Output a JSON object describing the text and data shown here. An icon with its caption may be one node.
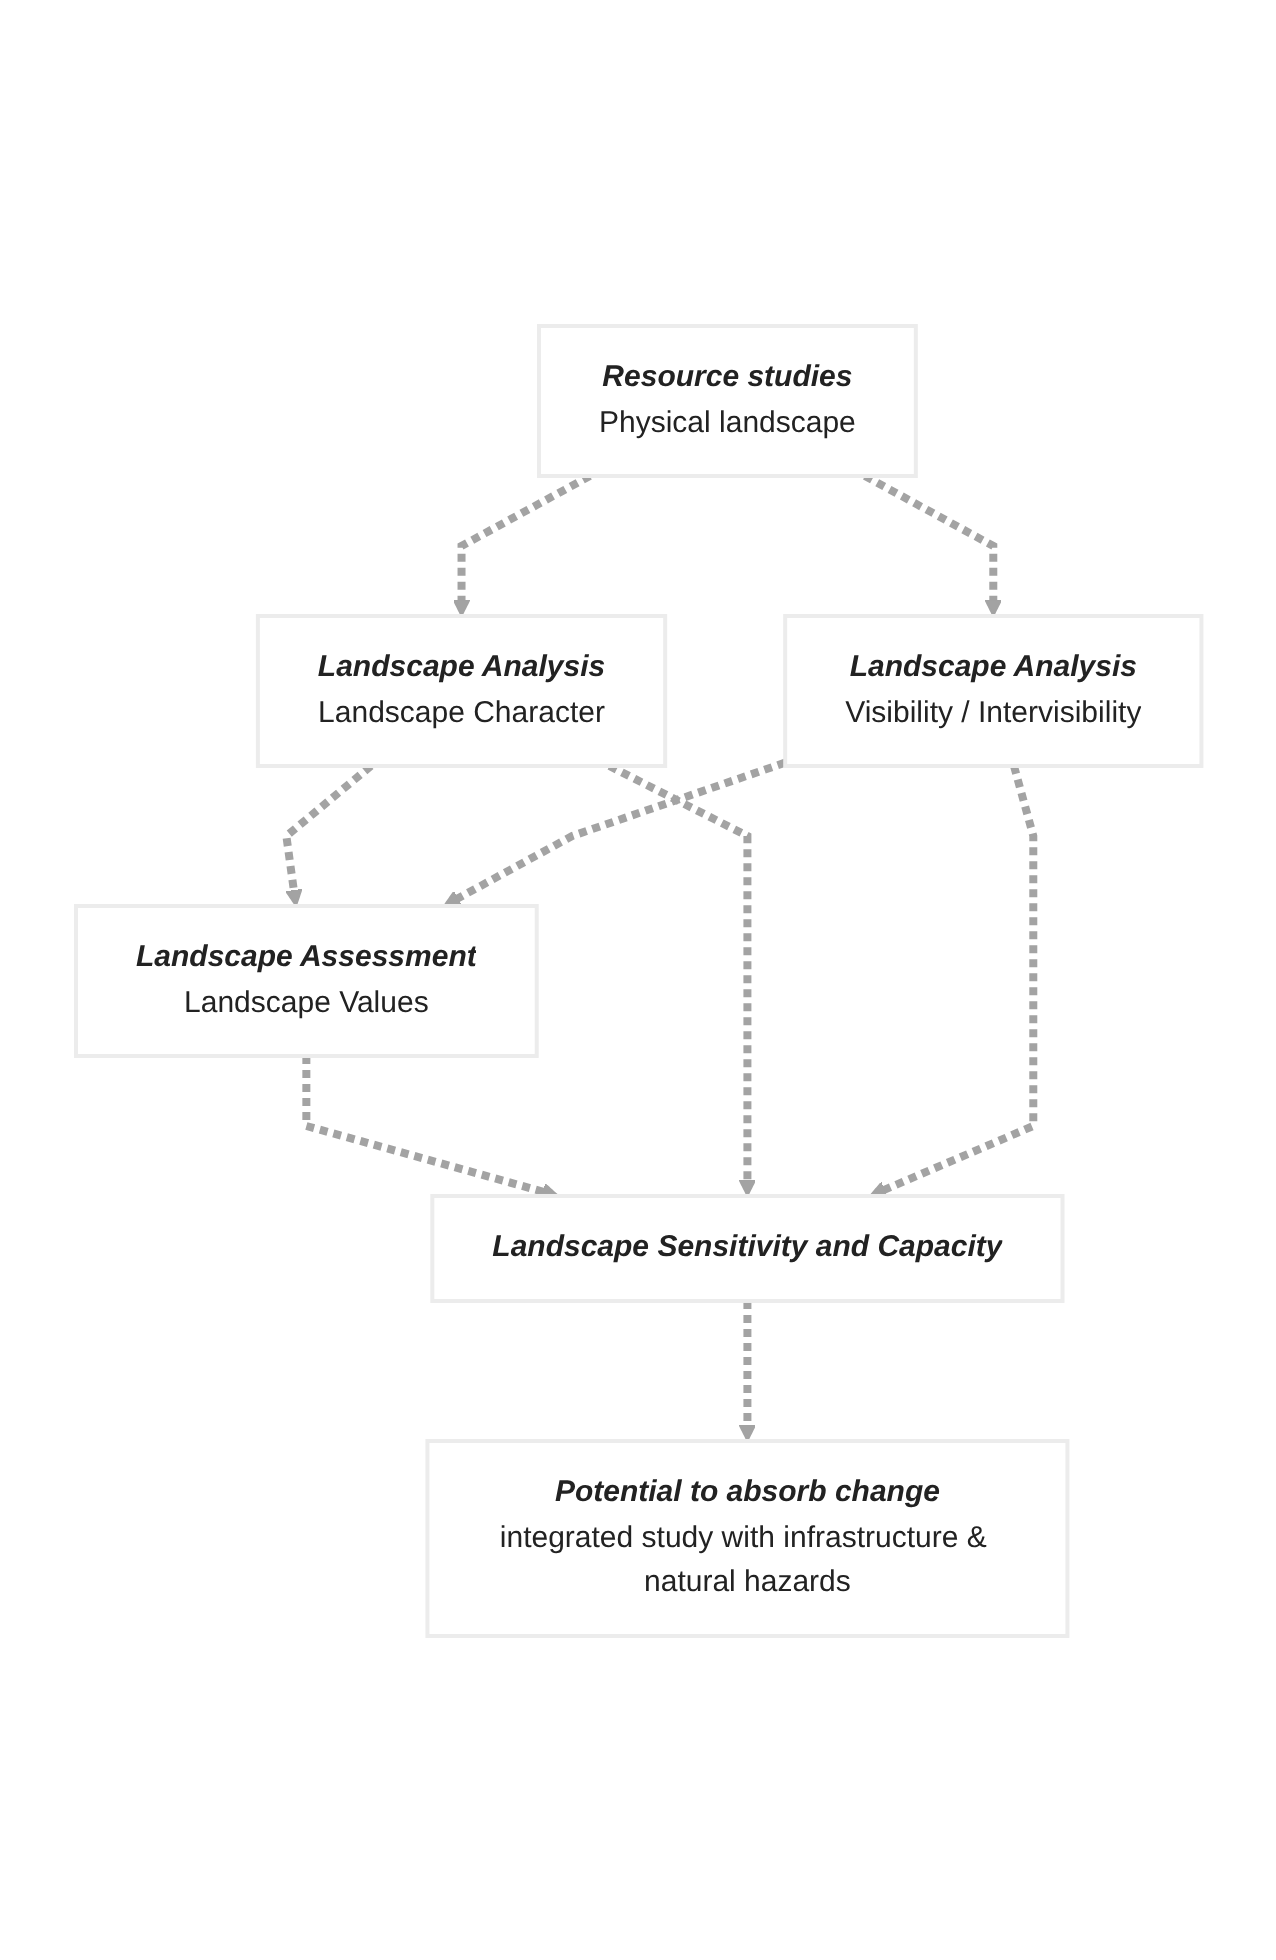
{
  "diagram": {
    "nodes": [
      {
        "text": [
          "Resource studies",
          "Physical landscape"
        ]
      },
      {
        "text": [
          "Landscape Analysis",
          "Landscape Character"
        ]
      },
      {
        "text": [
          "Landscape Analysis",
          "Visibility / Intervisibility"
        ]
      },
      {
        "text": [
          "Landscape Assessment",
          "Landscape Values"
        ]
      },
      {
        "text": [
          "Landscape Sensitivity and Capacity"
        ]
      },
      {
        "text": [
          "Potential to absorb change",
          "integrated study with infrastructure & natural hazards"
        ]
      }
    ],
    "edges": [
      {
        "from": 0,
        "to": 1,
        "arrow": "to",
        "style": "dashed"
      },
      {
        "from": 0,
        "to": 2,
        "arrow": "to",
        "style": "dashed"
      },
      {
        "from": 1,
        "to": 3,
        "arrow": "to",
        "style": "dashed"
      },
      {
        "from": 2,
        "to": 3,
        "arrow": "to",
        "style": "dashed"
      },
      {
        "from": 3,
        "to": 4,
        "arrow": "to",
        "style": "dashed"
      },
      {
        "from": 1,
        "to": 4,
        "arrow": "to",
        "style": "dashed"
      },
      {
        "from": 2,
        "to": 4,
        "arrow": "to",
        "style": "dashed"
      },
      {
        "from": 4,
        "to": 5,
        "arrow": "to",
        "style": "dashed"
      }
    ]
  }
}
